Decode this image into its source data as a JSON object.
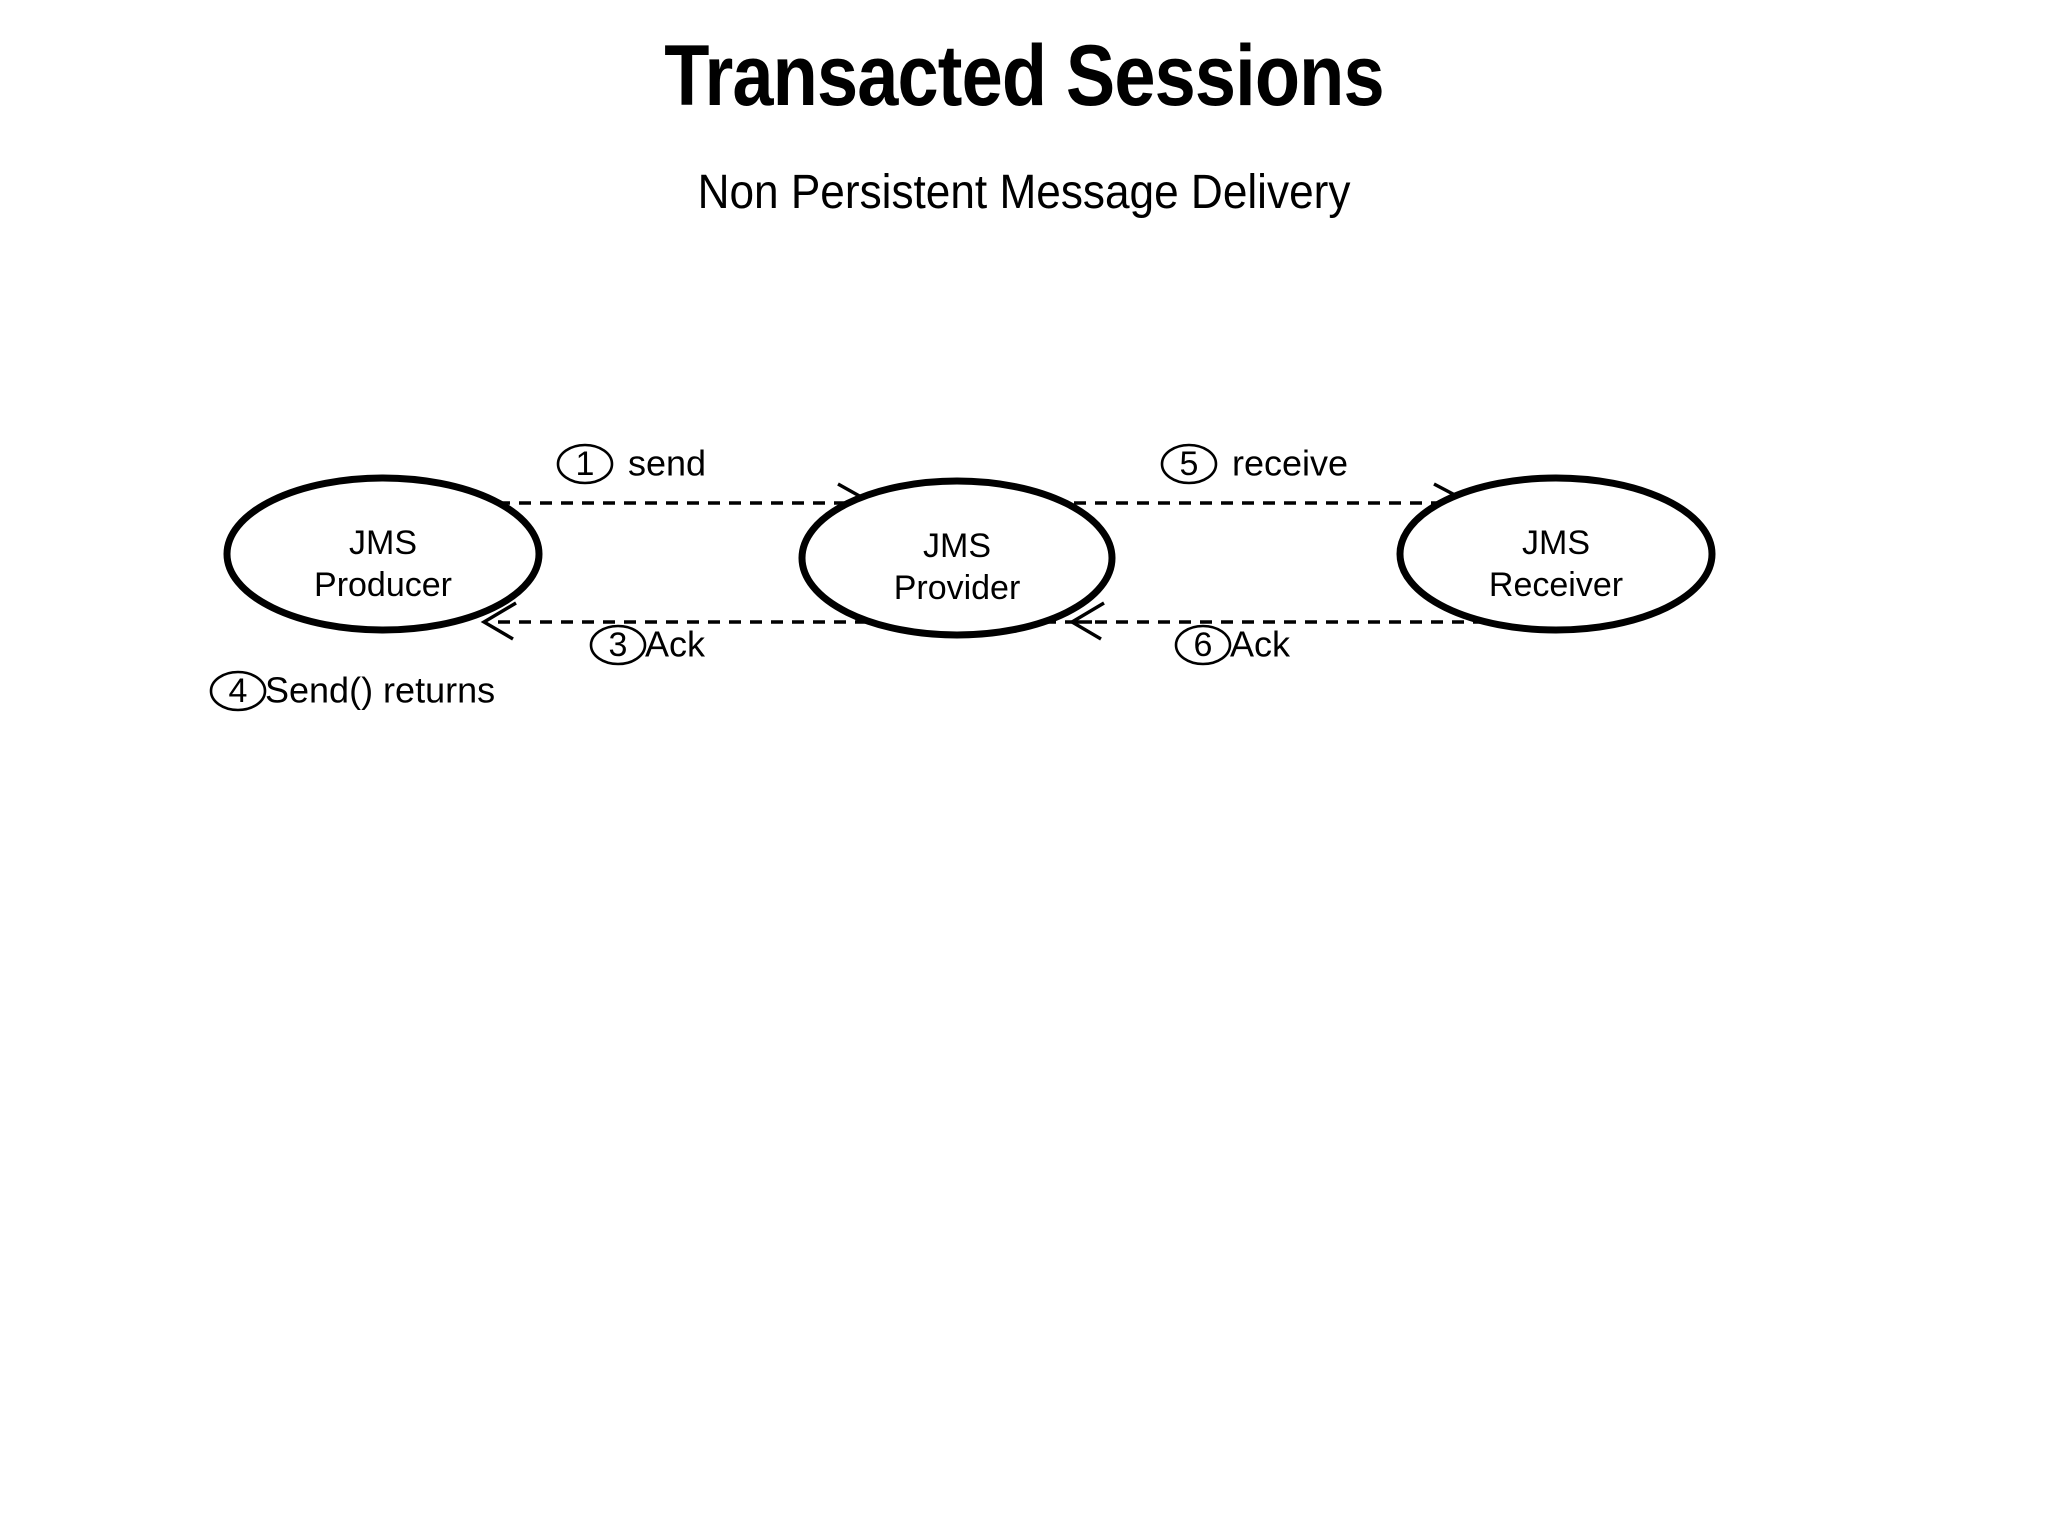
{
  "slide": {
    "title": "Transacted Sessions",
    "subtitle": "Non Persistent Message Delivery",
    "background_color": "#ffffff",
    "ink_color": "#000000"
  },
  "diagram": {
    "type": "sequence-flow",
    "nodes": [
      {
        "id": "producer",
        "line1": "JMS",
        "line2": "Producer"
      },
      {
        "id": "provider",
        "line1": "JMS",
        "line2": "Provider"
      },
      {
        "id": "receiver",
        "line1": "JMS",
        "line2": "Receiver"
      }
    ],
    "flows": [
      {
        "id": "send",
        "badge": "1",
        "label": "send",
        "from": "producer",
        "to": "provider",
        "direction": "right"
      },
      {
        "id": "ack-1",
        "badge": "3",
        "label": "Ack",
        "from": "provider",
        "to": "producer",
        "direction": "left"
      },
      {
        "id": "receive",
        "badge": "5",
        "label": "receive",
        "from": "provider",
        "to": "receiver",
        "direction": "right"
      },
      {
        "id": "ack-2",
        "badge": "6",
        "label": "Ack",
        "from": "receiver",
        "to": "provider",
        "direction": "left"
      }
    ],
    "notes": [
      {
        "id": "send-returns",
        "badge": "4",
        "label": "Send() returns"
      }
    ]
  }
}
